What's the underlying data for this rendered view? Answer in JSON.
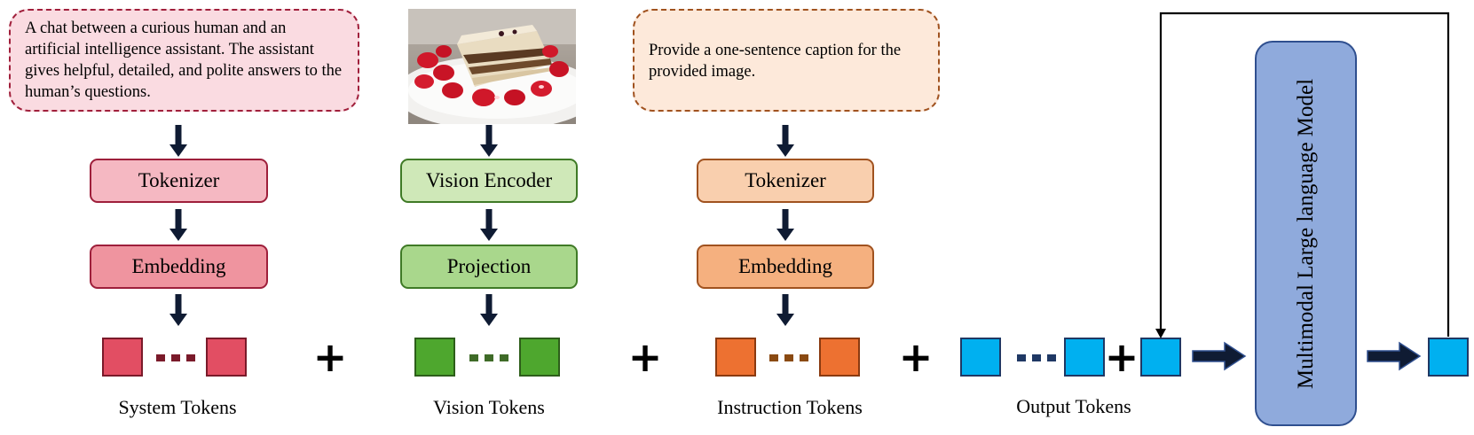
{
  "prompts": {
    "system": "A chat between a curious human and an artificial intelligence assistant. The assistant gives helpful, detailed, and polite answers to the human’s questions.",
    "instruction": "Provide a one-sentence caption for the provided image."
  },
  "image": {
    "icon": "cake-photo"
  },
  "system_branch": {
    "tokenizer": "Tokenizer",
    "embedding": "Embedding",
    "label": "System Tokens"
  },
  "vision_branch": {
    "encoder": "Vision Encoder",
    "projection": "Projection",
    "label": "Vision Tokens"
  },
  "instruction_branch": {
    "tokenizer": "Tokenizer",
    "embedding": "Embedding",
    "label": "Instruction Tokens"
  },
  "output": {
    "label": "Output Tokens"
  },
  "model": {
    "label": "Multimodal Large language Model"
  },
  "operators": {
    "plus": "+"
  },
  "colors": {
    "system_box": "#f5b8c2",
    "system_embed": "#ef949f",
    "system_token": "#e24e63",
    "vision_box": "#cfe8b8",
    "vision_embed": "#a9d78c",
    "vision_token": "#4ea72e",
    "instr_box": "#f9cfae",
    "instr_embed": "#f5b07f",
    "instr_token": "#ed7131",
    "output_token": "#00b0f0",
    "model_fill": "#8faadc"
  }
}
